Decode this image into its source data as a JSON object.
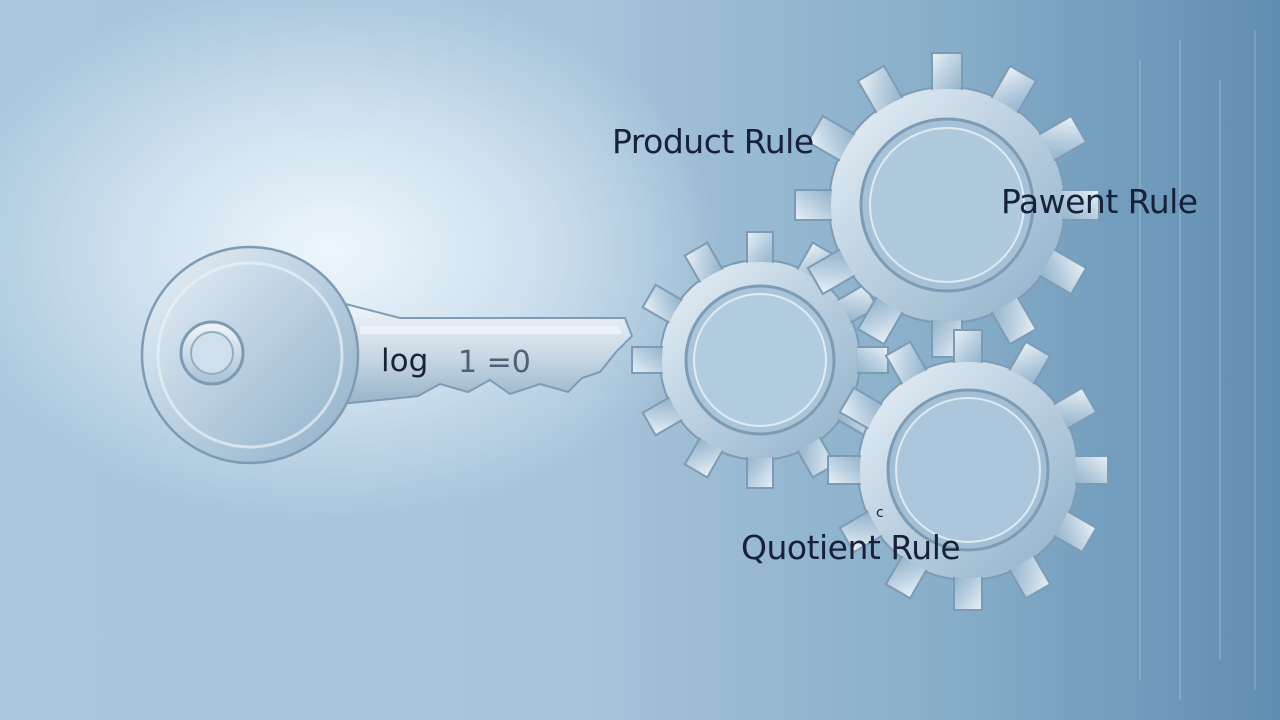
{
  "labels": {
    "product_rule": "Product Rule",
    "power_rule": "Pawent Rule",
    "quotient_rule": "Quotient Rule"
  },
  "key": {
    "word": "log",
    "equation": "1 =0"
  },
  "colors": {
    "background_light": "#eef6fc",
    "background_mid": "#a7c4da",
    "background_dark": "#5f8db1",
    "metal": "#c7d8e6",
    "text": "#17213a"
  },
  "icons": [
    "key-icon",
    "gear-icon"
  ]
}
